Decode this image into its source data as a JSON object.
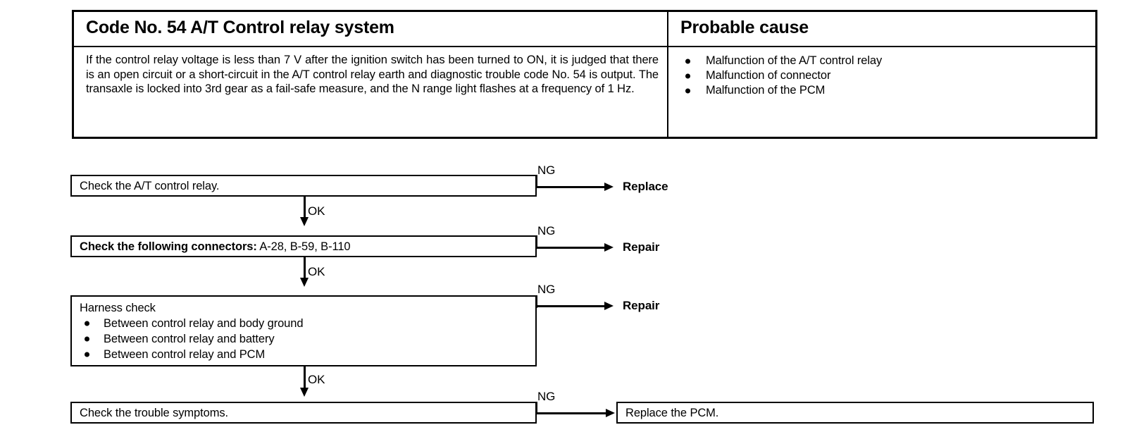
{
  "table": {
    "header": {
      "code_title": "Code No. 54 A/T Control relay system",
      "cause_title": "Probable cause"
    },
    "description": "If the control relay voltage is less than 7 V after the ignition switch has been turned to ON, it is judged that there is an open circuit or a short-circuit in the A/T control relay earth and diagnostic trouble code No. 54 is output. The transaxle is locked into 3rd gear as a fail-safe measure, and the N range light flashes at a frequency of 1 Hz.",
    "probable_causes": [
      "Malfunction of the A/T control relay",
      "Malfunction of connector",
      "Malfunction of the PCM"
    ]
  },
  "flowchart": {
    "steps": [
      {
        "text": "Check the A/T control relay.",
        "ng_label": "NG",
        "ng_result": "Replace",
        "ok_label": "OK"
      },
      {
        "text_bold": "Check the following connectors:",
        "text_rest": " A-28, B-59, B-110",
        "ng_label": "NG",
        "ng_result": "Repair",
        "ok_label": "OK"
      },
      {
        "title": "Harness check",
        "items": [
          "Between control relay and body ground",
          "Between control relay and battery",
          "Between control relay and PCM"
        ],
        "ng_label": "NG",
        "ng_result": "Repair",
        "ok_label": "OK"
      },
      {
        "text": "Check the trouble symptoms.",
        "ng_label": "NG",
        "ng_result_box": "Replace the PCM."
      }
    ]
  },
  "colors": {
    "line": "#000000",
    "background": "#ffffff"
  }
}
